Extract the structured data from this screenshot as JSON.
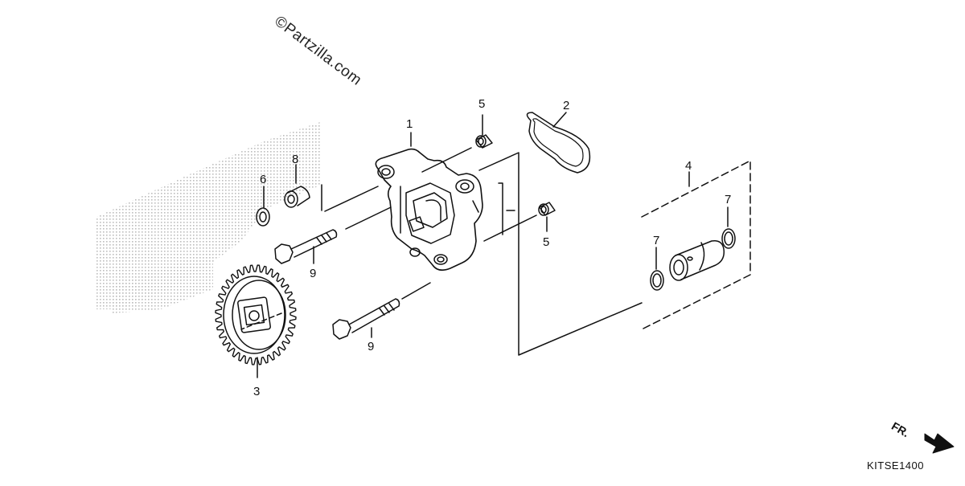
{
  "watermark": "©Partzilla.com",
  "diagram_code": "KITSE1400",
  "direction_label": "FR.",
  "callouts": {
    "c1": "1",
    "c2": "2",
    "c3": "3",
    "c4": "4",
    "c5a": "5",
    "c5b": "5",
    "c6": "6",
    "c7a": "7",
    "c7b": "7",
    "c8": "8",
    "c9a": "9",
    "c9b": "9"
  },
  "colors": {
    "line": "#111111",
    "ghost": "#cfcfcf"
  }
}
